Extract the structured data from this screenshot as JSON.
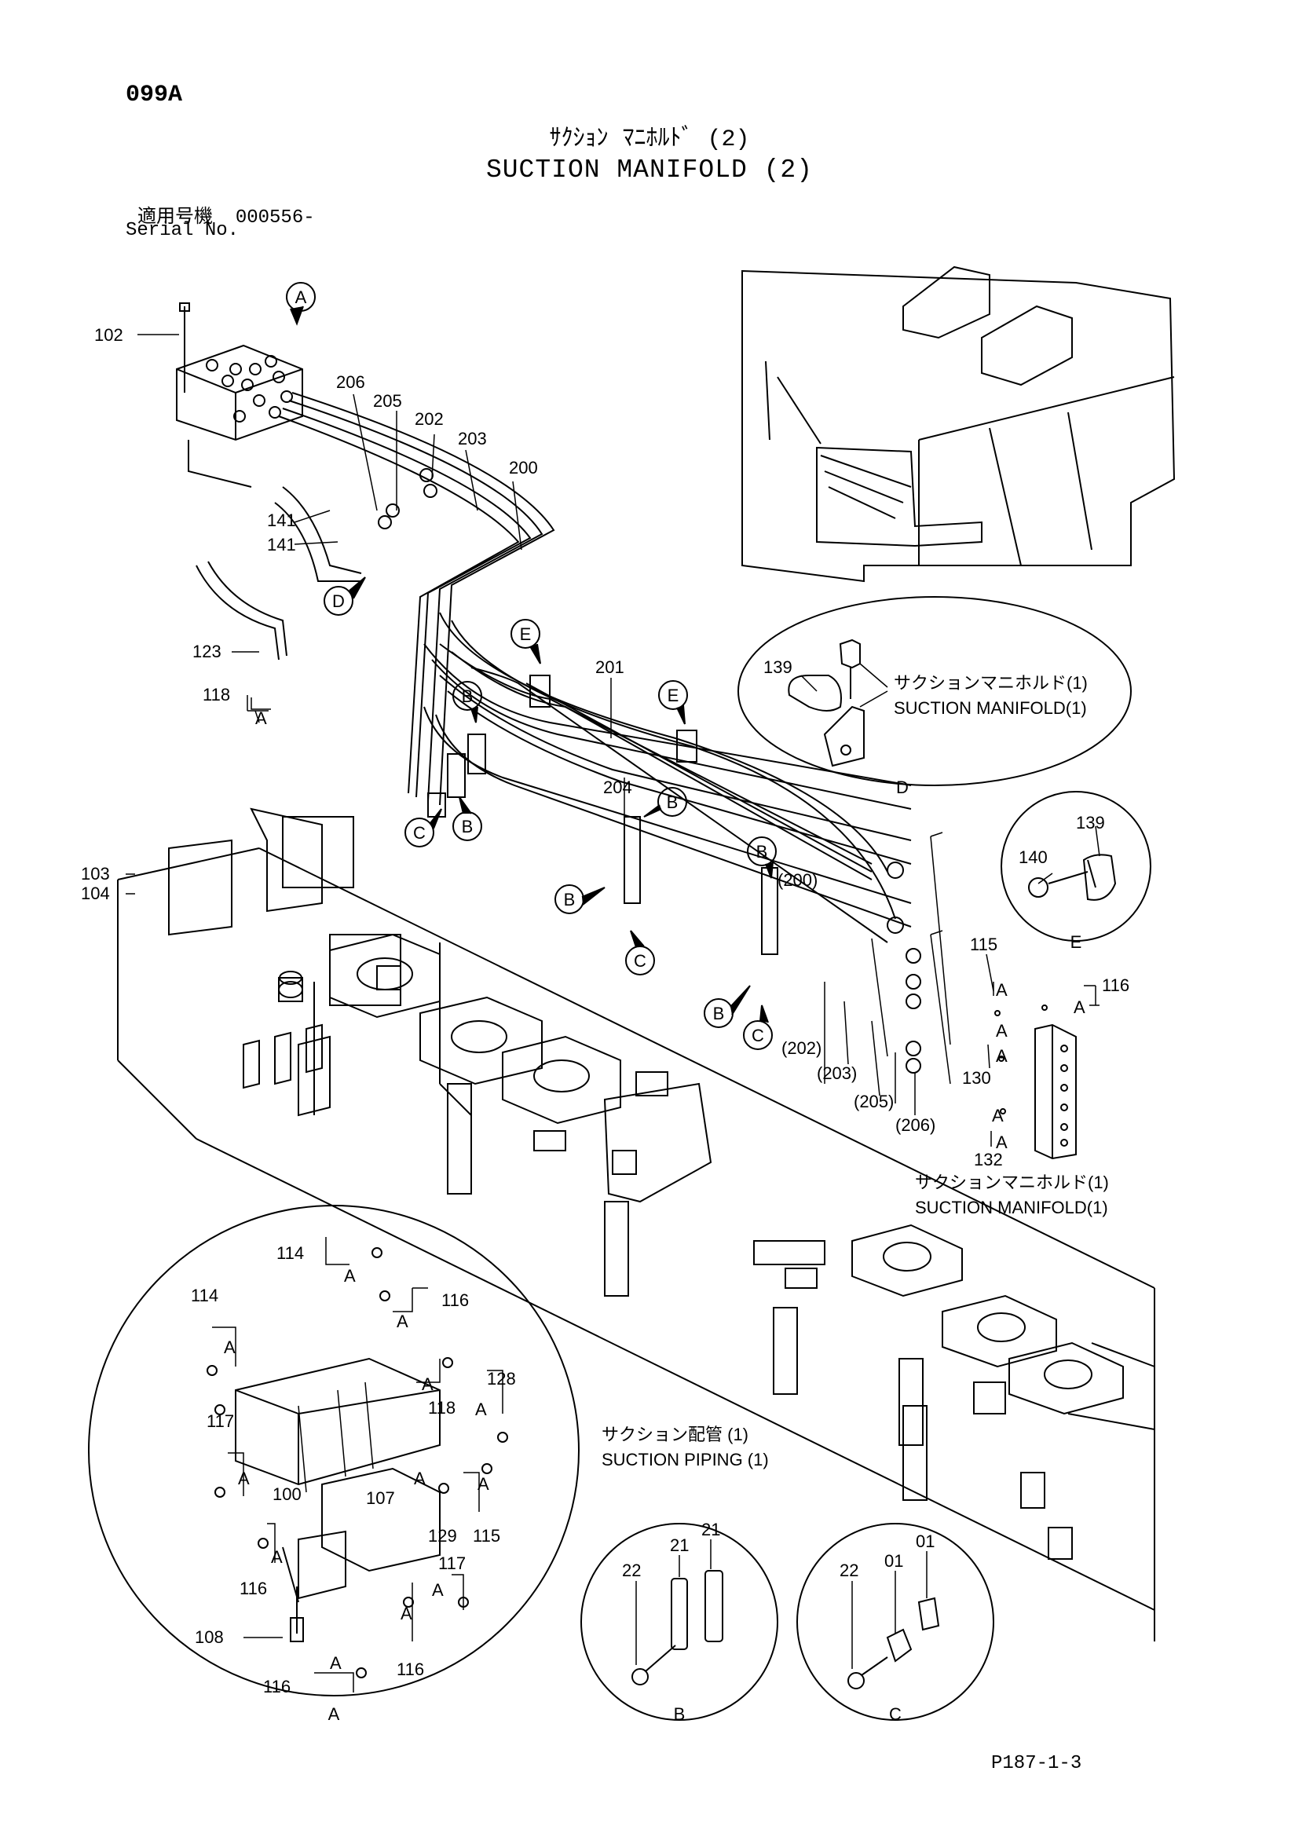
{
  "header": {
    "code": "099A",
    "title_jp": "ｻｸｼｮﾝ ﾏﾆﾎﾙﾄﾞ (2)",
    "title_en": "SUCTION MANIFOLD (2)",
    "serial_label_jp": "適用号機",
    "serial_value": "000556-",
    "serial_label_en": "Serial No."
  },
  "footer": {
    "code": "P187-1-3"
  },
  "callouts": {
    "main": [
      "A",
      "B",
      "C",
      "D",
      "E"
    ],
    "views": [
      "A",
      "B",
      "C",
      "D",
      "E"
    ]
  },
  "part_labels": {
    "p102": "102",
    "p206": "206",
    "p205": "205",
    "p202": "202",
    "p203": "203",
    "p200": "200",
    "p141a": "141",
    "p141b": "141",
    "p123": "123",
    "p118": "118",
    "p201": "201",
    "p204": "204",
    "p103": "103",
    "p104": "104",
    "p200r": "(200)",
    "p202r": "(202)",
    "p203r": "(203)",
    "p205r": "(205)",
    "p206r": "(206)",
    "p115": "115",
    "p116": "116",
    "p130": "130",
    "p132": "132",
    "p139d": "139",
    "p139e": "139",
    "p140": "140",
    "va114a": "114",
    "va114b": "114",
    "va116a": "116",
    "va118": "118",
    "va128": "128",
    "va117a": "117",
    "va100": "100",
    "va107": "107",
    "va129": "129",
    "va115": "115",
    "va116b": "116",
    "va117b": "117",
    "va108": "108",
    "va116c": "116",
    "va116d": "116",
    "vb22": "22",
    "vb21a": "21",
    "vb21b": "21",
    "vc22": "22",
    "vc01a": "01",
    "vc01b": "01"
  },
  "annotations": {
    "suction_manifold_1_jp": "サクションマニホルド(1)",
    "suction_manifold_1_en": "SUCTION MANIFOLD(1)",
    "suction_piping_1_jp": "サクション配管 (1)",
    "suction_piping_1_en": "SUCTION PIPING (1)"
  },
  "a_marker": "A"
}
